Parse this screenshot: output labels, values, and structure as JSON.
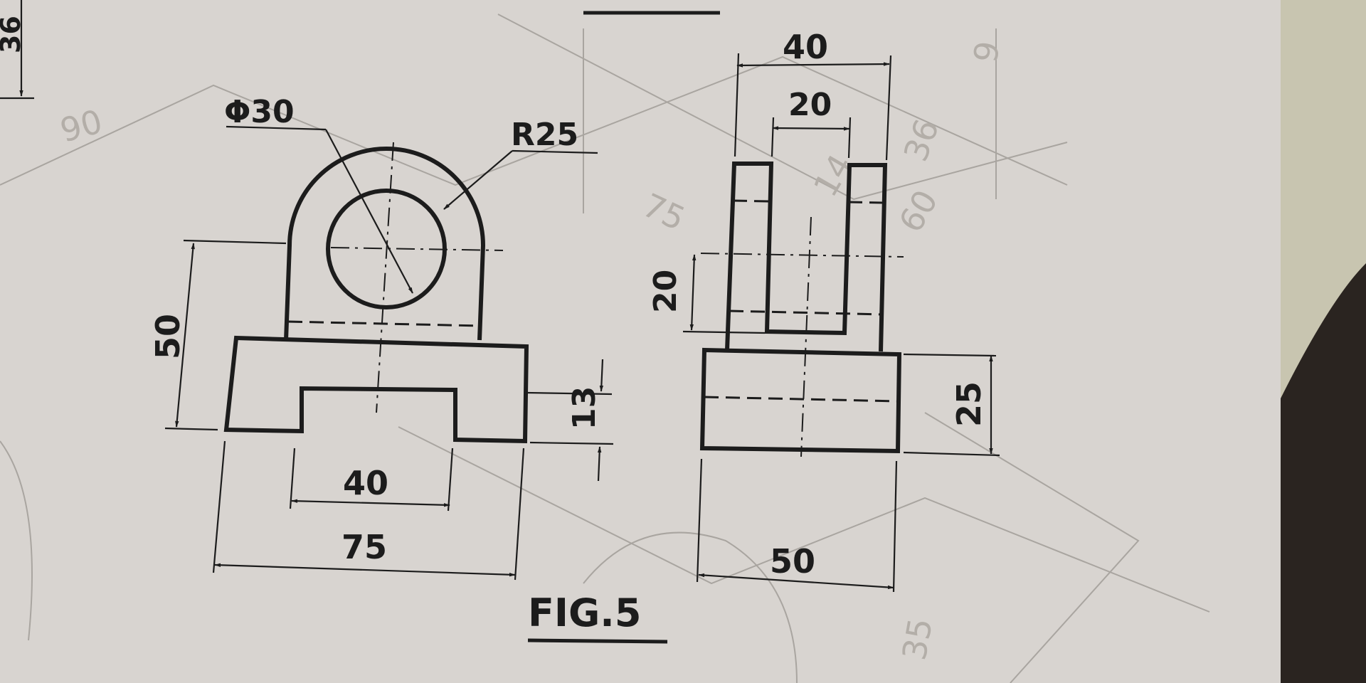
{
  "figure": {
    "caption": "FIG.5",
    "corner_label": "36"
  },
  "front_view": {
    "hole_diameter": "Φ30",
    "arc_radius": "R25",
    "height": "50",
    "slot_width": "40",
    "base_length": "75",
    "slot_depth": "13"
  },
  "side_view": {
    "overall_width": "40",
    "slot_width": "20",
    "slot_depth": "20",
    "base_height": "25",
    "base_width": "50"
  },
  "background_marks": [
    "90",
    "75",
    "14",
    "36",
    "60",
    "35",
    "9"
  ]
}
